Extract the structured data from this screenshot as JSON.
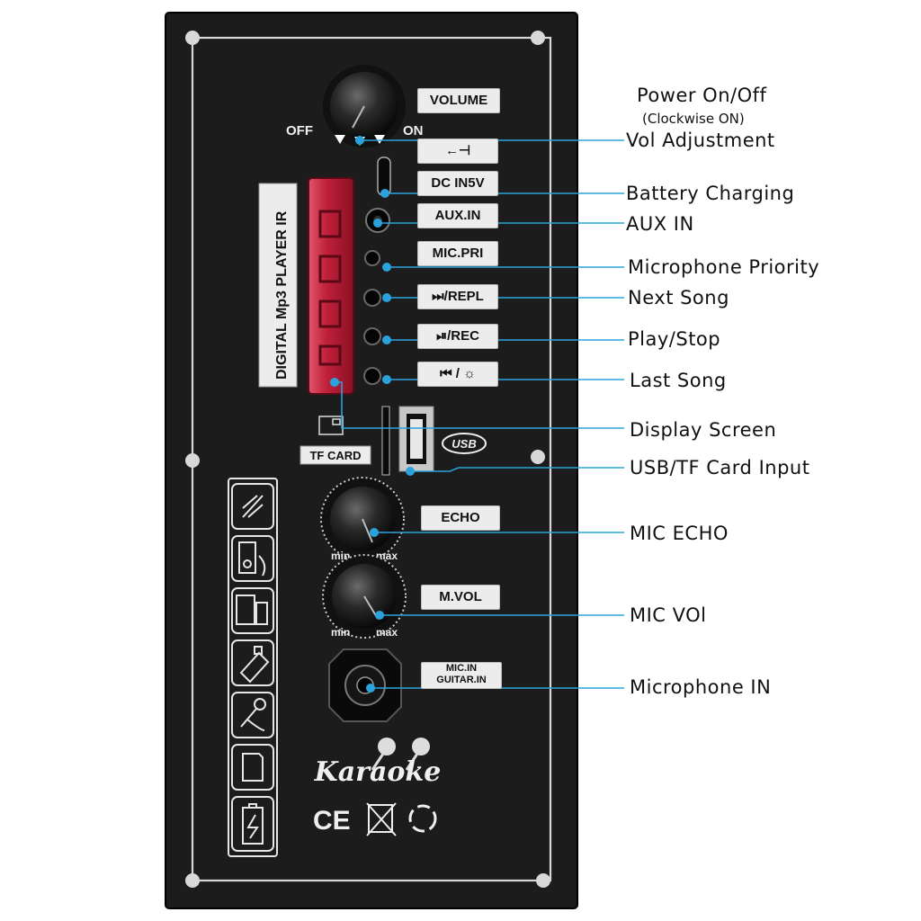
{
  "panel": {
    "switch_off": "OFF",
    "switch_on": "ON",
    "display_label": "DIGITAL Mp3 PLAYER IR",
    "tf_card_label": "TF CARD",
    "usb_label": "USB",
    "knob_min": "min",
    "knob_max": "max",
    "brand": "Karaoke",
    "cert_ce": "CE",
    "tags": {
      "volume": "VOLUME",
      "battery_icon": "←⊣",
      "dc_in": "DC IN5V",
      "aux_in": "AUX.IN",
      "mic_pri": "MIC.PRI",
      "next": "⏭/REPL",
      "play": "⏯/REC",
      "last": "⏮ / ☼",
      "echo": "ECHO",
      "mvol": "M.VOL",
      "mic_in": "MIC.IN",
      "guitar_in": "GUITAR.IN"
    },
    "side_icons": [
      "bluetooth-icon",
      "mp3-player-icon",
      "devices-icon",
      "usb-drive-icon",
      "microphone-icon",
      "sd-card-icon",
      "battery-icon"
    ]
  },
  "callouts": {
    "power": "Power On/Off",
    "power_note": "(Clockwise ON)",
    "vol_adjust": "Vol Adjustment",
    "battery": "Battery Charging",
    "aux": "AUX IN",
    "mic_priority": "Microphone Priority",
    "next_song": "Next Song",
    "play_stop": "Play/Stop",
    "last_song": "Last Song",
    "display": "Display Screen",
    "usb_tf": "USB/TF Card Input",
    "mic_echo": "MIC ECHO",
    "mic_vol": "MIC VOl",
    "mic_in": "Microphone IN"
  },
  "colors": {
    "panel": "#1c1c1c",
    "callout_line": "#2aa3dc",
    "display_red": "#c0203a"
  }
}
